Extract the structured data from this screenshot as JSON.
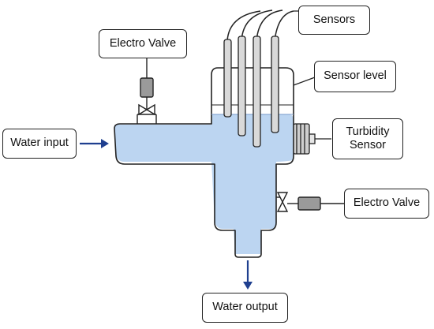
{
  "labels": {
    "electro_valve_top": "Electro Valve",
    "sensors": "Sensors",
    "sensor_level": "Sensor level",
    "water_input": "Water input",
    "turbidity_line1": "Turbidity",
    "turbidity_line2": "Sensor",
    "electro_valve_right": "Electro Valve",
    "water_output": "Water output"
  },
  "colors": {
    "water": "#bcd5f1",
    "outline": "#222222",
    "arrow": "#1f3f8f",
    "component": "#9a9a9a"
  }
}
